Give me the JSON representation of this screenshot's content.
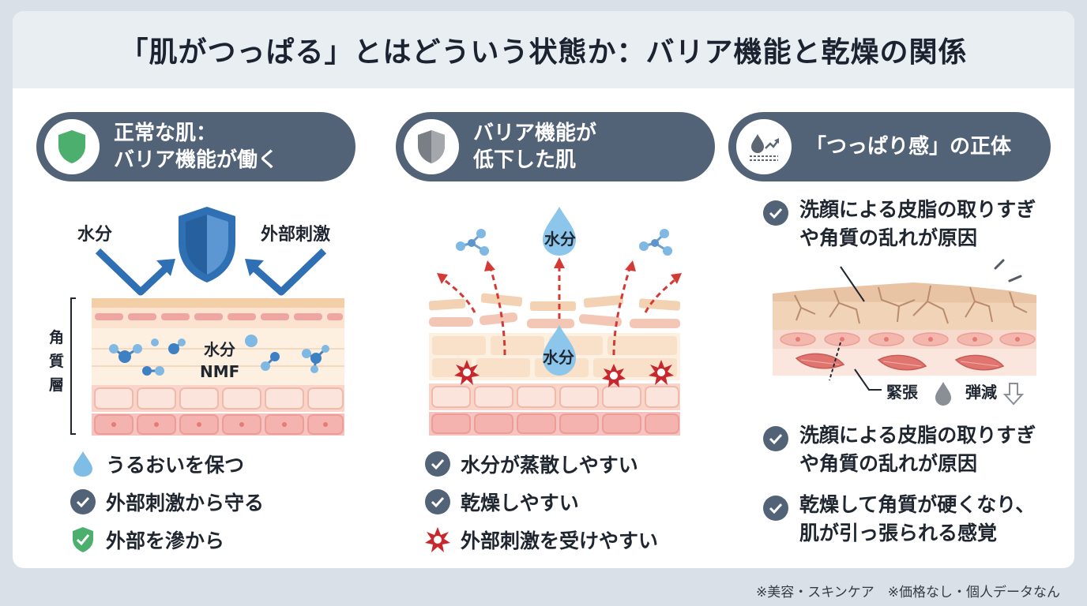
{
  "title": "「肌がつっぱる」とはどういう状態か：バリア機能と乾燥の関係",
  "columns": {
    "normal": {
      "header_line1": "正常な肌：",
      "header_line2": "バリア機能が働く",
      "label_water": "水分",
      "label_external": "外部刺激",
      "label_layer": [
        "角",
        "質",
        "層"
      ],
      "label_water_inner": "水分",
      "label_nmf": "NMF",
      "items": [
        "うるおいを保つ",
        "外部刺激から守る",
        "外部を滲から"
      ]
    },
    "damaged": {
      "header_line1": "バリア機能が",
      "header_line2": "低下した肌",
      "label_water_top": "水分",
      "label_water_mid": "水分",
      "items": [
        "水分が蒸散しやすい",
        "乾燥しやすい",
        "外部刺激を受けやすい"
      ]
    },
    "cause": {
      "header": "「つっぱり感」の正体",
      "item1_line1": "洗顔による皮脂の取りすぎ",
      "item1_line2": "や角質の乱れが原因",
      "label_tension": "緊張",
      "label_elastic": "弾減",
      "item2_line1": "洗顔による皮脂の取りすぎ",
      "item2_line2": "や角質の乱れが原因",
      "item3_line1": "乾燥して角質が硬くなり、",
      "item3_line2": "肌が引っ張られる感覚"
    }
  },
  "footer": "※美容・スキンケア　※価格なし・個人データなん",
  "colors": {
    "pill": "#526277",
    "shield_green": "#4caf6d",
    "shield_blue": "#2f6fb3",
    "arrow_red": "#d43a35",
    "water_blue": "#8cc6ea"
  }
}
